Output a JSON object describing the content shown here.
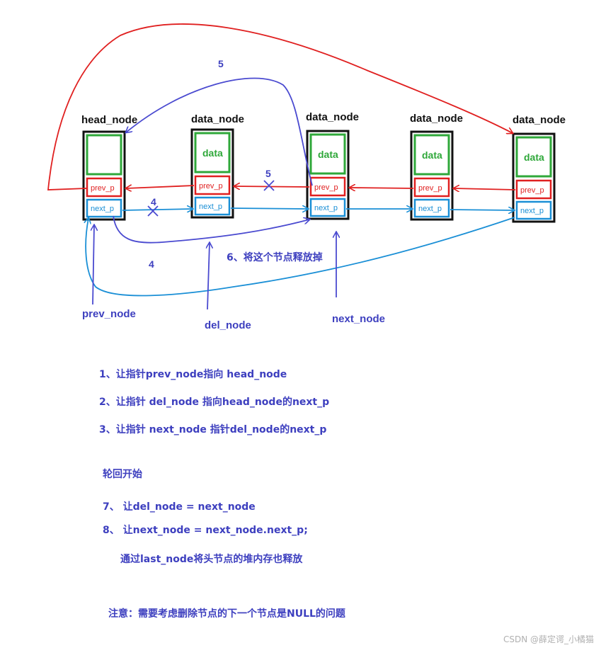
{
  "nodes": [
    {
      "title": "head_node",
      "data": "",
      "prev": "prev_p",
      "next": "next_p"
    },
    {
      "title": "data_node",
      "data": "data",
      "prev": "prev_p",
      "next": "next_p"
    },
    {
      "title": "data_node",
      "data": "data",
      "prev": "prev_p",
      "next": "next_p"
    },
    {
      "title": "data_node",
      "data": "data",
      "prev": "prev_p",
      "next": "next_p"
    },
    {
      "title": "data_node",
      "data": "data",
      "prev": "prev_p",
      "next": "next_p"
    }
  ],
  "pointer_labels": {
    "prev_node": "prev_node",
    "del_node": "del_node",
    "next_node": "next_node"
  },
  "arrow_labels": {
    "top_arc": "5",
    "prev_cut": "5",
    "next_cut": "4",
    "bottom_arc": "4",
    "release_note": "6、将这个节点释放掉"
  },
  "steps": [
    "1、让指针prev_node指向 head_node",
    "2、让指针 del_node 指向head_node的next_p",
    "3、让指针 next_node 指针del_node的next_p",
    "轮回开始",
    "7、 让del_node = next_node",
    "8、 让next_node = next_node.next_p;",
    "通过last_node将头节点的堆内存也释放",
    "注意：需要考虑删除节点的下一个节点是NULL的问题"
  ],
  "watermark": "CSDN @薛定谔_小橘猫",
  "colors": {
    "box_border": "#111111",
    "data_border": "#2fa83a",
    "prev_border": "#e02020",
    "next_border": "#1a8fd6",
    "text_blue": "#3d3fbf",
    "arrow_red": "#e02020",
    "arrow_blue": "#1a8fd6",
    "arrow_indigo": "#4a4ad0"
  }
}
